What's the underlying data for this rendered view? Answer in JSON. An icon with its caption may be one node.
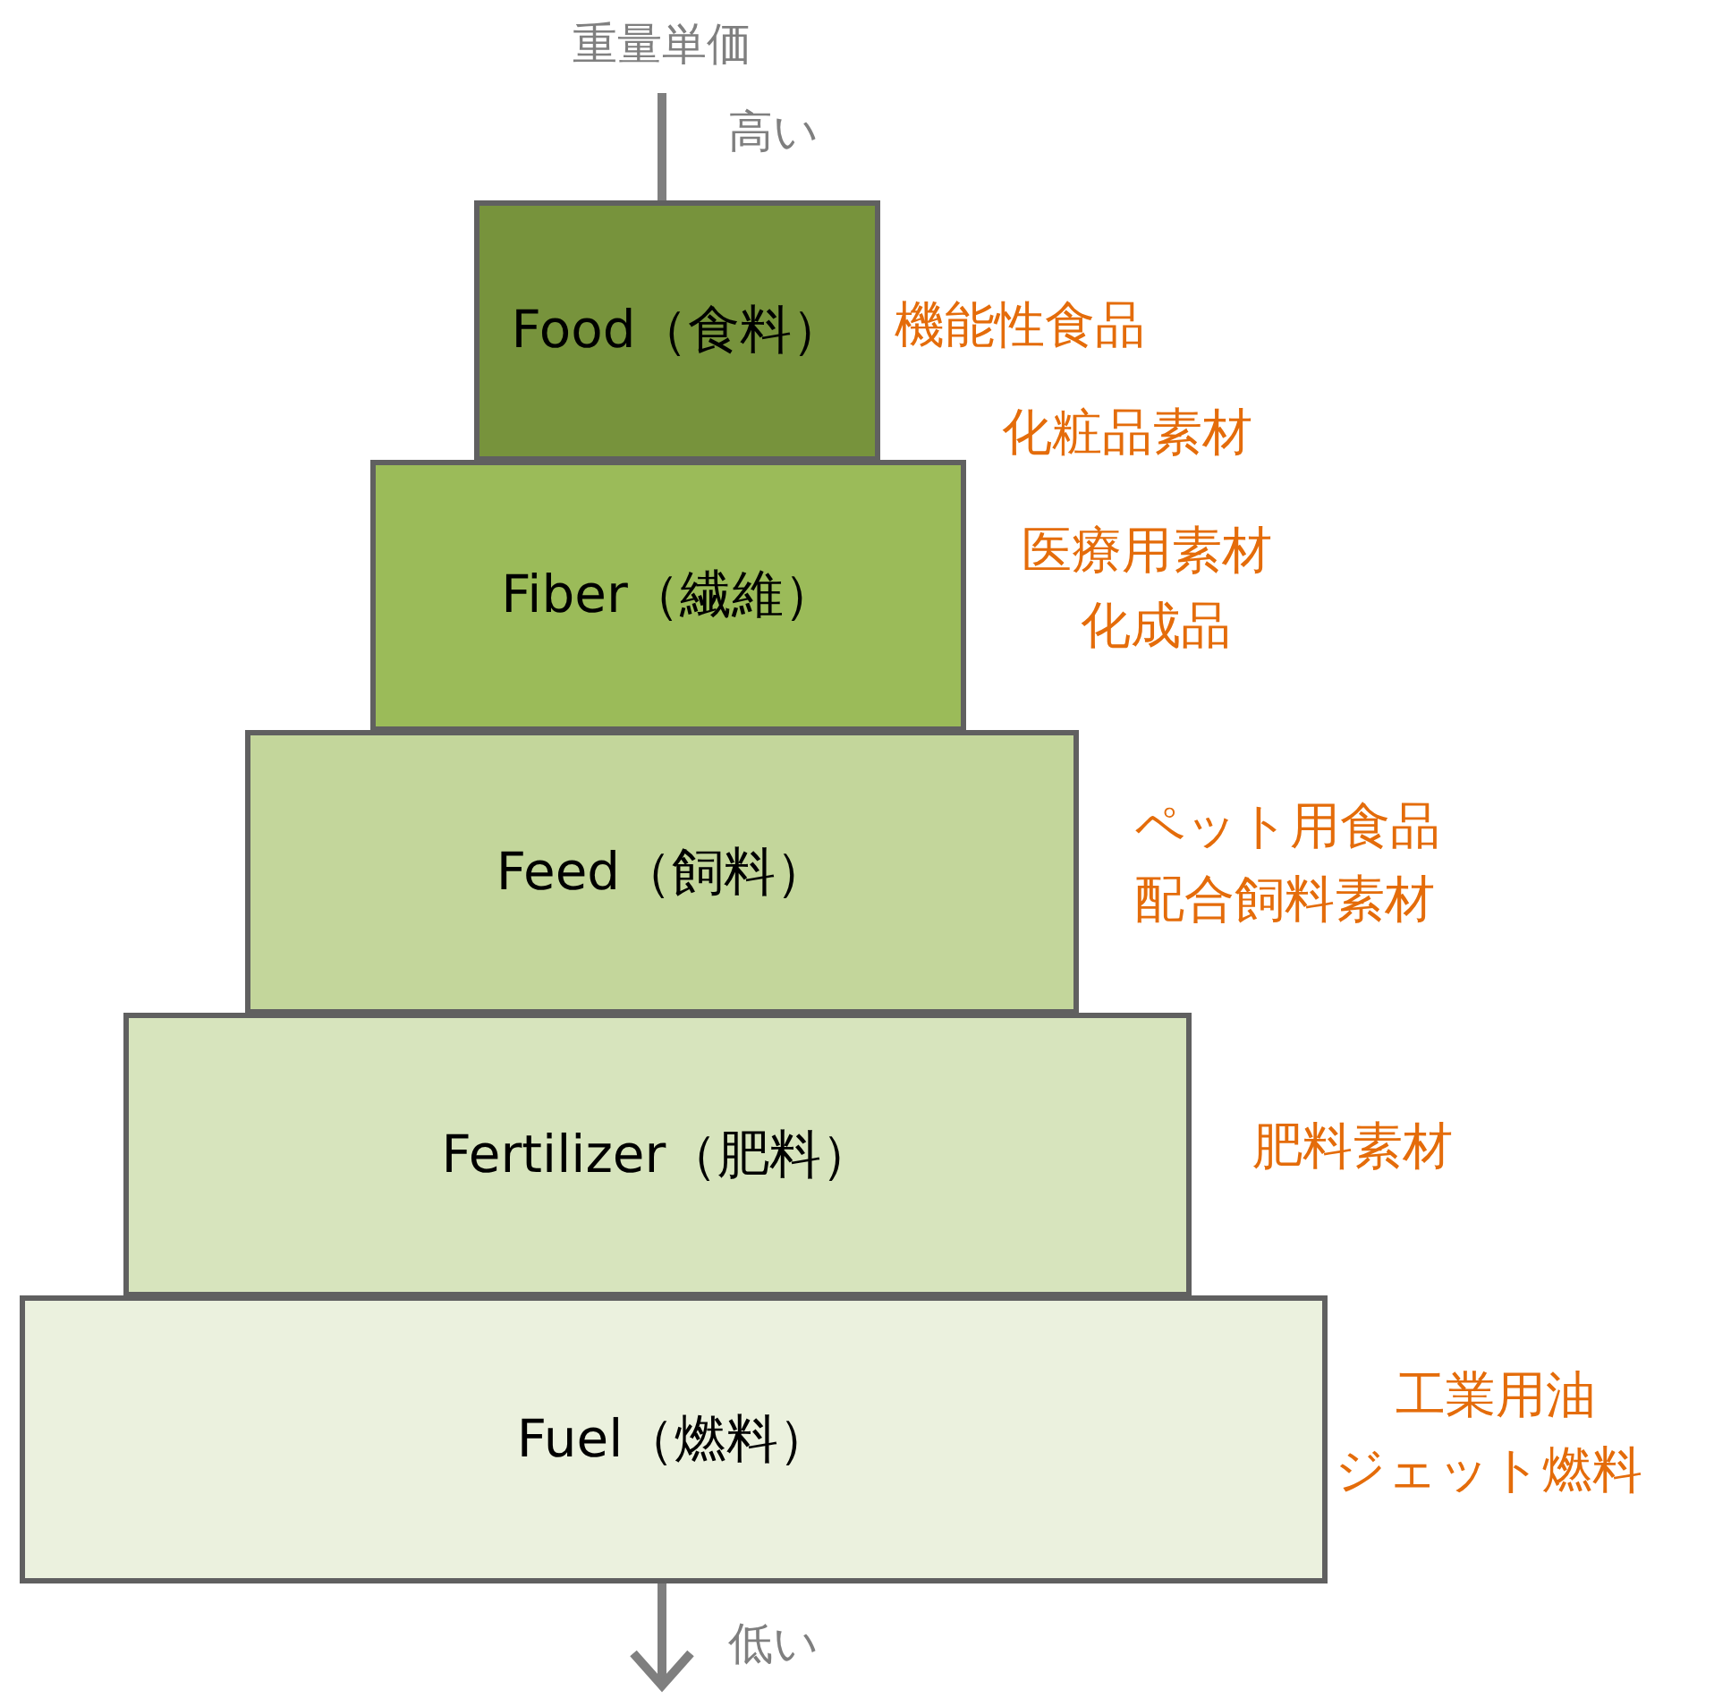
{
  "diagram": {
    "nodes": [
      {
        "text": [
          "Food（食料）"
        ],
        "beside": [
          "機能性食品"
        ]
      },
      {
        "text": [
          "Fiber（繊維）"
        ],
        "beside": [
          "化粧品素材",
          "医療用素材",
          "化成品"
        ]
      },
      {
        "text": [
          "Feed（飼料）"
        ],
        "beside": [
          "ペット用食品",
          "配合飼料素材"
        ]
      },
      {
        "text": [
          "Fertilizer（肥料）"
        ],
        "beside": [
          "肥料素材"
        ]
      },
      {
        "text": [
          "Fuel（燃料）"
        ],
        "beside": [
          "工業用油",
          "ジェット燃料"
        ]
      }
    ],
    "labels": [
      "重量単価",
      "高い",
      "低い"
    ]
  }
}
